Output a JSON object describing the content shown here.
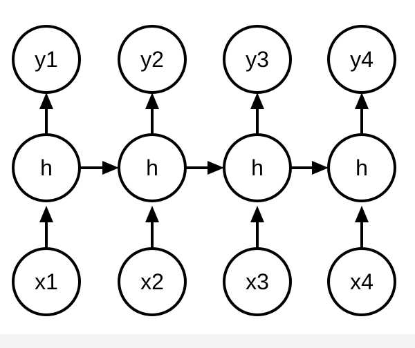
{
  "diagram": {
    "colors": {
      "stroke": "#000000",
      "fill": "#ffffff",
      "background": "#ffffff"
    },
    "columns": [
      {
        "output": "y1",
        "hidden": "h",
        "input": "x1"
      },
      {
        "output": "y2",
        "hidden": "h",
        "input": "x2"
      },
      {
        "output": "y3",
        "hidden": "h",
        "input": "x3"
      },
      {
        "output": "y4",
        "hidden": "h",
        "input": "x4"
      }
    ],
    "edges": {
      "vertical": [
        "input->hidden",
        "hidden->output"
      ],
      "horizontal": [
        "hidden[i]->hidden[i+1]"
      ]
    }
  }
}
